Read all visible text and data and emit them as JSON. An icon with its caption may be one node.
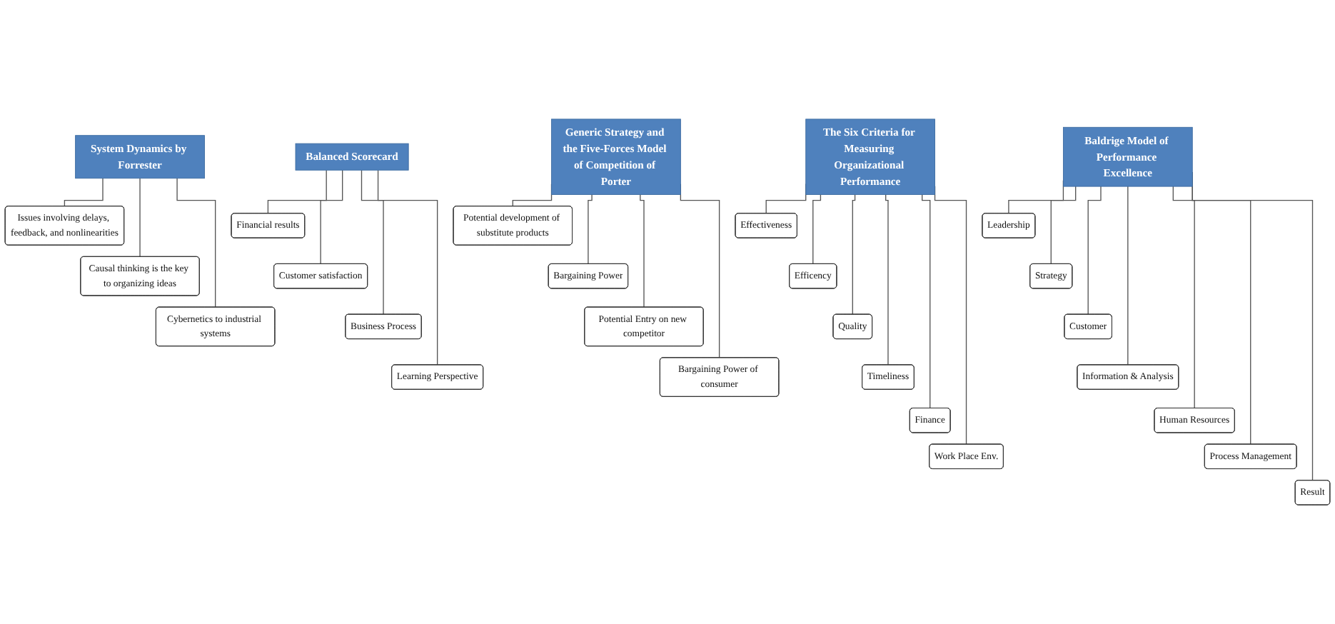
{
  "diagram": {
    "nodes": [
      {
        "text": [
          "Balanced Scorecard"
        ]
      },
      {
        "text": [
          "Financial results"
        ]
      },
      {
        "text": [
          "Customer satisfaction"
        ]
      },
      {
        "text": [
          "Business Process"
        ]
      },
      {
        "text": [
          "Learning Perspective"
        ]
      },
      {
        "text": [
          "The Six Criteria for Measuring Organizational Performance"
        ]
      },
      {
        "text": [
          "Effectiveness"
        ]
      },
      {
        "text": [
          "Efficency"
        ]
      },
      {
        "text": [
          "Quality"
        ]
      },
      {
        "text": [
          "Timeliness"
        ]
      },
      {
        "text": [
          "Finance"
        ]
      },
      {
        "text": [
          "Work Place Env."
        ]
      },
      {
        "text": [
          "System Dynamics by Forrester"
        ]
      },
      {
        "text": [
          "Issues involving delays, feedback, and nonlinearities"
        ]
      },
      {
        "text": [
          "Causal thinking is the key to organizing ideas"
        ]
      },
      {
        "text": [
          "Cybernetics to industrial systems"
        ]
      },
      {
        "text": [
          "Generic Strategy and the Five-Forces Model of Competition of Porter"
        ]
      },
      {
        "text": [
          "Potential development of substitute products"
        ]
      },
      {
        "text": [
          "Bargaining Power"
        ]
      },
      {
        "text": [
          "Potential Entry on new competitor"
        ]
      },
      {
        "text": [
          "Bargaining Power of consumer"
        ]
      },
      {
        "text": [
          "Baldrige Model of Performance Excellence"
        ]
      },
      {
        "text": [
          "Leadership"
        ]
      },
      {
        "text": [
          "Strategy"
        ]
      },
      {
        "text": [
          "Customer"
        ]
      },
      {
        "text": [
          "Information & Analysis"
        ]
      },
      {
        "text": [
          "Human Resources"
        ]
      },
      {
        "text": [
          "Process Management"
        ]
      },
      {
        "text": [
          "Result"
        ]
      }
    ],
    "edges": [
      {
        "from": 0,
        "to": 1,
        "arrow": "none"
      },
      {
        "from": 0,
        "to": 2,
        "arrow": "none"
      },
      {
        "from": 0,
        "to": 3,
        "arrow": "none"
      },
      {
        "from": 0,
        "to": 4,
        "arrow": "none"
      },
      {
        "from": 5,
        "to": 6,
        "arrow": "none"
      },
      {
        "from": 5,
        "to": 7,
        "arrow": "none"
      },
      {
        "from": 5,
        "to": 8,
        "arrow": "none"
      },
      {
        "from": 5,
        "to": 9,
        "arrow": "none"
      },
      {
        "from": 5,
        "to": 10,
        "arrow": "none"
      },
      {
        "from": 5,
        "to": 11,
        "arrow": "none"
      },
      {
        "from": 12,
        "to": 13,
        "arrow": "none"
      },
      {
        "from": 12,
        "to": 14,
        "arrow": "none"
      },
      {
        "from": 12,
        "to": 15,
        "arrow": "none"
      },
      {
        "from": 16,
        "to": 17,
        "arrow": "none"
      },
      {
        "from": 16,
        "to": 18,
        "arrow": "none"
      },
      {
        "from": 16,
        "to": 19,
        "arrow": "none"
      },
      {
        "from": 16,
        "to": 20,
        "arrow": "none"
      },
      {
        "from": 21,
        "to": 22,
        "arrow": "none"
      },
      {
        "from": 21,
        "to": 23,
        "arrow": "none"
      },
      {
        "from": 21,
        "to": 24,
        "arrow": "none"
      },
      {
        "from": 21,
        "to": 25,
        "arrow": "none"
      },
      {
        "from": 21,
        "to": 26,
        "arrow": "none"
      },
      {
        "from": 21,
        "to": 27,
        "arrow": "none"
      },
      {
        "from": 21,
        "to": 28,
        "arrow": "none"
      }
    ]
  }
}
